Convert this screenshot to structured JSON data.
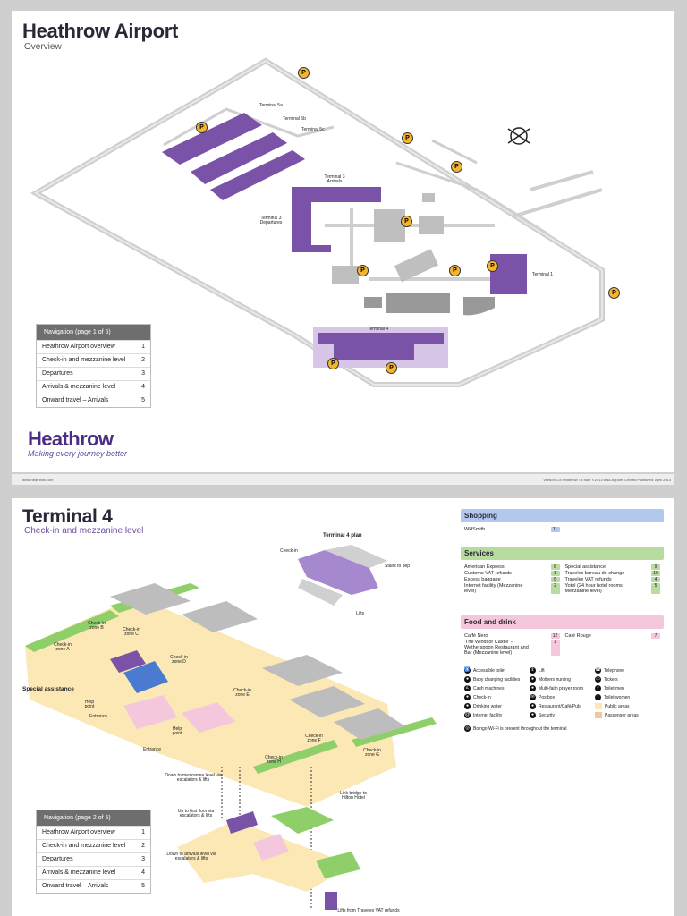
{
  "page1": {
    "title": "Heathrow Airport",
    "subtitle": "Overview",
    "map_labels": {
      "t5a": "Terminal 5a",
      "t5b": "Terminal 5b",
      "t5c": "Terminal 5c",
      "t3arr": "Terminal 3 Arrivals",
      "t3dep": "Terminal 3 Departures",
      "t1": "Terminal 1",
      "t4": "Terminal 4"
    },
    "parking_symbol": "P",
    "nav": {
      "heading": "Navigation (page 1 of 5)",
      "items": [
        {
          "label": "Heathrow Airport overview",
          "page": "1"
        },
        {
          "label": "Check-in and mezzanine level",
          "page": "2"
        },
        {
          "label": "Departures",
          "page": "3"
        },
        {
          "label": "Arrivals & mezzanine level",
          "page": "4"
        },
        {
          "label": "Onward travel – Arrivals",
          "page": "5"
        }
      ]
    },
    "brand": {
      "name": "Heathrow",
      "tagline": "Making every journey better"
    },
    "footer_left": "www.heathrow.com",
    "footer_right": "Version 1.8 Heathrow T4 MAY ©2013 BAA Airports Limited Published: April 2013"
  },
  "page2": {
    "title": "Terminal 4",
    "subtitle": "Check-in and mezzanine level",
    "plan_title": "Terminal 4 plan",
    "plan_labels": {
      "checkin": "Check-in",
      "stairs": "Stairs to dep",
      "lifts": "Lifts"
    },
    "map_labels": {
      "special_assistance": "Special assistance",
      "zone_a": "Check-in zone A",
      "zone_b": "Check-in zone B",
      "zone_c": "Check-in zone C",
      "zone_d": "Check-in zone D",
      "zone_e": "Check-in zone E",
      "zone_f": "Check-in zone F",
      "zone_g": "Check-in zone G",
      "zone_h": "Check-in zone H",
      "entrance1": "Entrance",
      "entrance2": "Entrance",
      "help_point1": "Help point",
      "help_point2": "Help point",
      "down_mezz": "Down to mezzanine level via escalators & lifts",
      "link_bridge": "Link bridge to Hilton Hotel",
      "up_first": "Up to first floor via escalators & lifts",
      "down_arrivals": "Down to arrivals level via escalators & lifts",
      "lifts_vat": "Lifts from Travelex VAT refunds"
    },
    "nav": {
      "heading": "Navigation (page 2 of 5)",
      "items": [
        {
          "label": "Heathrow Airport overview",
          "page": "1"
        },
        {
          "label": "Check-in and mezzanine level",
          "page": "2"
        },
        {
          "label": "Departures",
          "page": "3"
        },
        {
          "label": "Arrivals & mezzanine level",
          "page": "4"
        },
        {
          "label": "Onward travel – Arrivals",
          "page": "5"
        }
      ]
    },
    "shopping": {
      "heading": "Shopping",
      "items": [
        {
          "name": "WHSmith",
          "num": "11"
        }
      ]
    },
    "services": {
      "heading": "Services",
      "left": [
        {
          "name": "American Express",
          "num": "8"
        },
        {
          "name": "Customs VAT refunds",
          "num": "1"
        },
        {
          "name": "Excess baggage",
          "num": "6"
        },
        {
          "name": "Internet facility (Mezzanine level)",
          "num": "2"
        }
      ],
      "right": [
        {
          "name": "Special assistance",
          "num": "9"
        },
        {
          "name": "Travelex bureau de change",
          "num": "10"
        },
        {
          "name": "Travelex VAT refunds",
          "num": "4"
        },
        {
          "name": "Yotel (24 hour hotel rooms, Mezzanine level)",
          "num": "5"
        }
      ]
    },
    "food": {
      "heading": "Food and drink",
      "left": [
        {
          "name": "Caffè Nero",
          "num": "12"
        },
        {
          "name": "'The Windsor Castle' – Wetherspoon Restaurant and Bar (Mezzanine level)",
          "num": "1"
        }
      ],
      "right": [
        {
          "name": "Café Rouge",
          "num": "7"
        }
      ]
    },
    "legend": [
      {
        "label": "Accessible toilet",
        "icon": "wheelchair-icon"
      },
      {
        "label": "Lift",
        "icon": "lift-icon"
      },
      {
        "label": "Telephone",
        "icon": "telephone-icon"
      },
      {
        "label": "Baby changing facilities",
        "icon": "baby-icon"
      },
      {
        "label": "Mothers nursing",
        "icon": "nursing-icon"
      },
      {
        "label": "Tickets",
        "icon": "ticket-icon"
      },
      {
        "label": "Cash machines",
        "icon": "cash-icon"
      },
      {
        "label": "Multi-faith prayer room",
        "icon": "prayer-icon"
      },
      {
        "label": "Toilet men",
        "icon": "men-icon"
      },
      {
        "label": "Check-in",
        "icon": "checkin-icon"
      },
      {
        "label": "Postbox",
        "icon": "postbox-icon"
      },
      {
        "label": "Toilet women",
        "icon": "women-icon"
      },
      {
        "label": "Drinking water",
        "icon": "water-icon"
      },
      {
        "label": "Restaurant/Café/Pub",
        "icon": "restaurant-icon"
      },
      {
        "label": "Public areas",
        "icon": "public-swatch"
      },
      {
        "label": "Internet facility",
        "icon": "internet-icon"
      },
      {
        "label": "Security",
        "icon": "security-icon"
      },
      {
        "label": "Passenger areas",
        "icon": "passenger-swatch"
      }
    ],
    "wifi_note": "Boingo Wi-Fi is present throughout the terminal"
  },
  "colors": {
    "terminal_purple": "#7a52a8",
    "road_grey": "#c9c9c9",
    "parking_yellow": "#f3b530",
    "public_area": "#fbe8b5",
    "passenger_area": "#f3c79a",
    "green_zone": "#8fcf6a"
  }
}
